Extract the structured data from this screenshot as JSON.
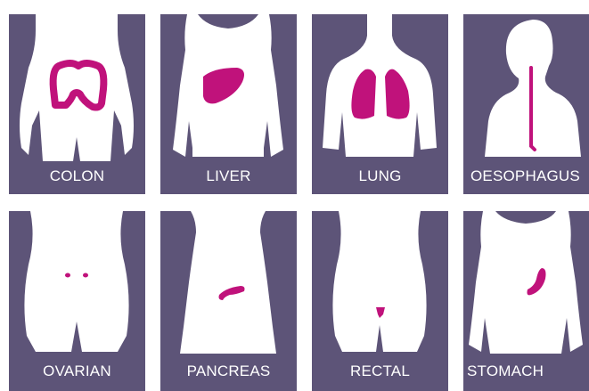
{
  "colors": {
    "tile_background": "#5d5478",
    "silhouette": "#ffffff",
    "organ": "#c0127b"
  },
  "cards": [
    {
      "label": "COLON",
      "icon": "colon-organ-icon"
    },
    {
      "label": "LIVER",
      "icon": "liver-organ-icon"
    },
    {
      "label": "LUNG",
      "icon": "lung-organ-icon"
    },
    {
      "label": "OESOPHAGUS",
      "icon": "oesophagus-organ-icon"
    },
    {
      "label": "OVARIAN",
      "icon": "ovary-organ-icon"
    },
    {
      "label": "PANCREAS",
      "icon": "pancreas-organ-icon"
    },
    {
      "label": "RECTAL",
      "icon": "rectum-organ-icon"
    },
    {
      "label": "STOMACH",
      "icon": "stomach-organ-icon"
    }
  ]
}
